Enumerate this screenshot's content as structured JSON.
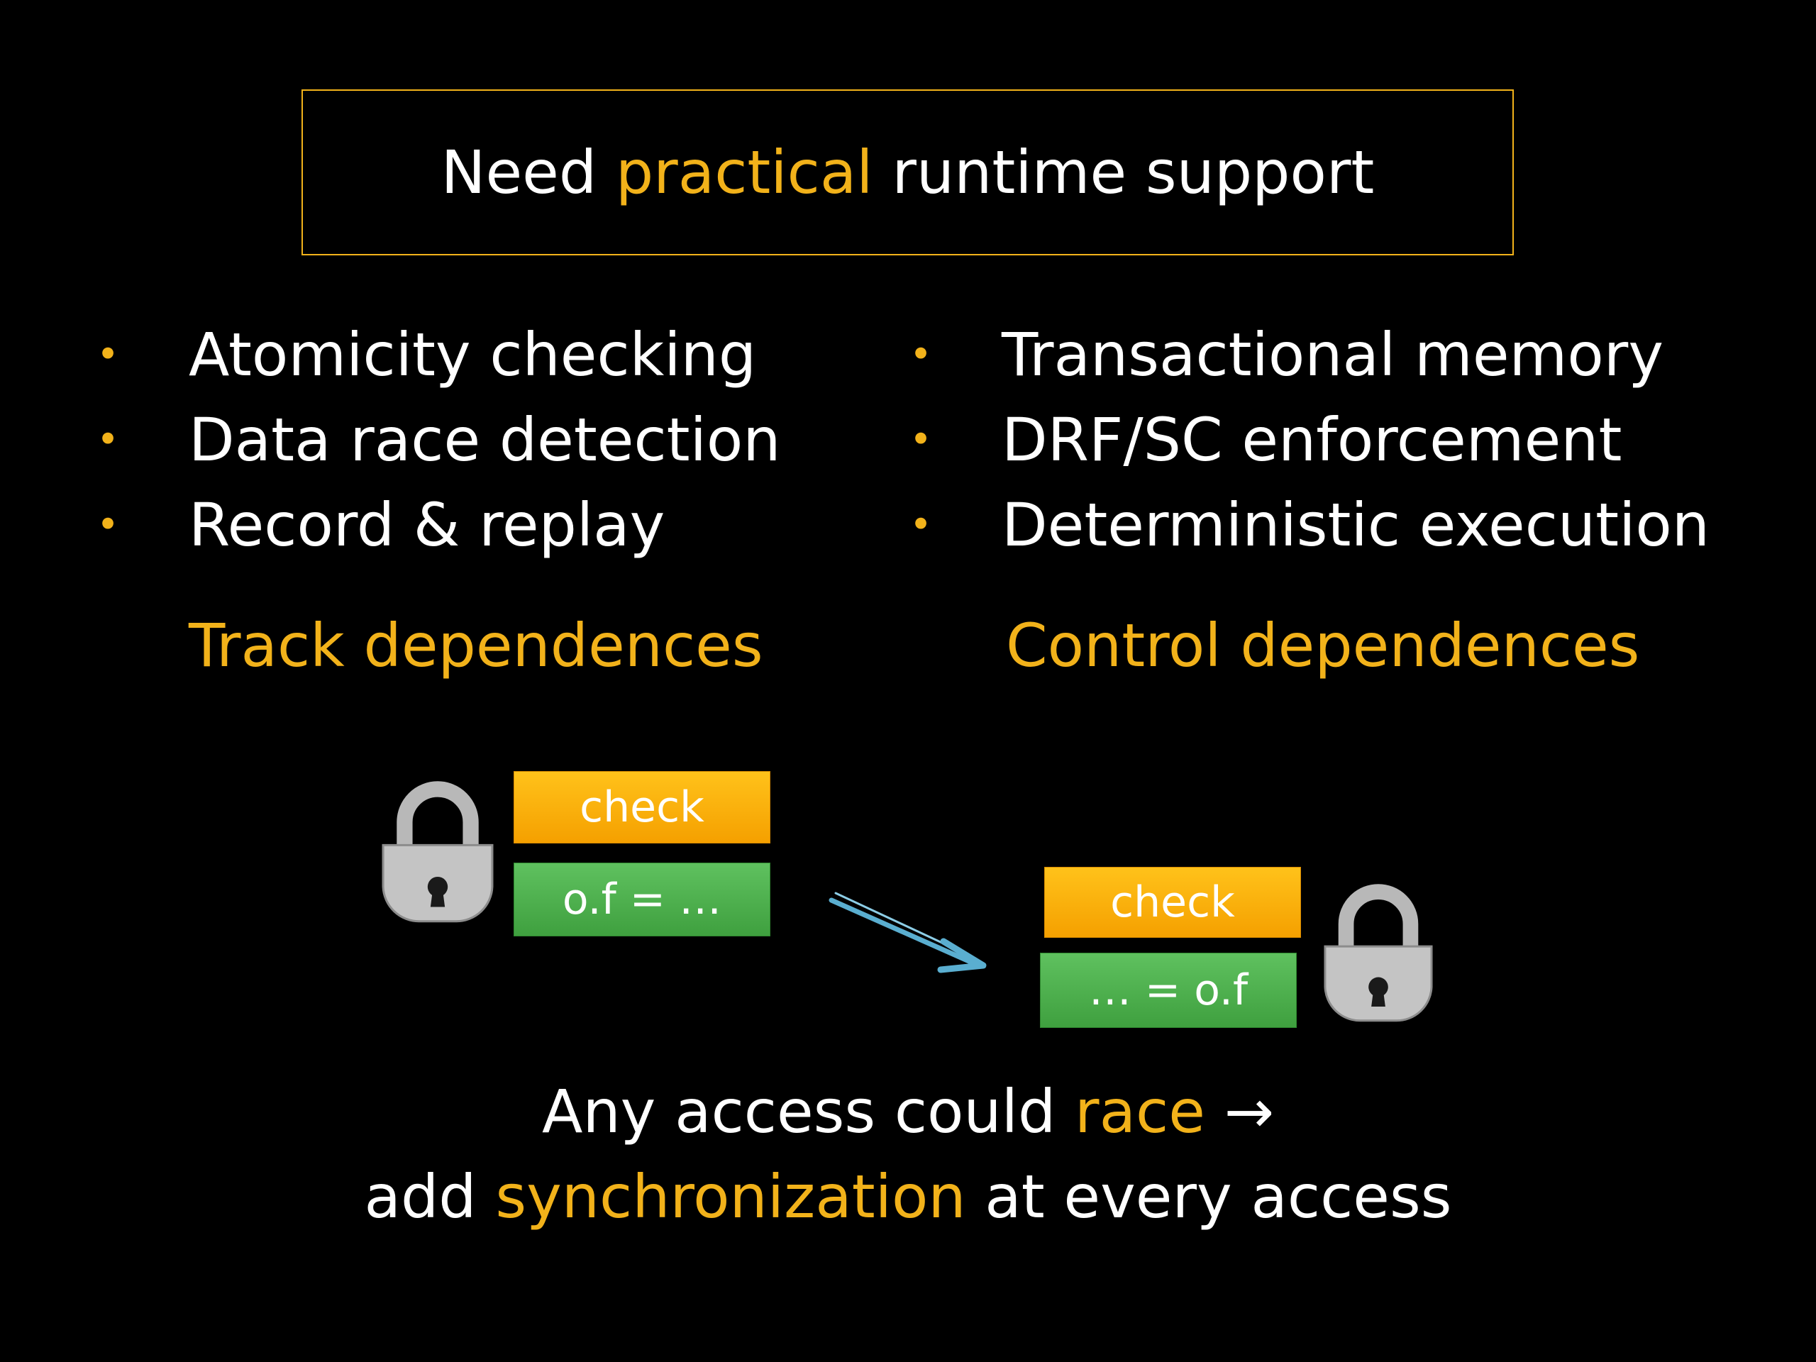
{
  "title": {
    "prefix": "Need ",
    "highlight": "practical",
    "suffix": " runtime support"
  },
  "left_column": {
    "items": [
      {
        "bullet": "•",
        "label": "Atomicity checking"
      },
      {
        "bullet": "•",
        "label": "Data race detection"
      },
      {
        "bullet": "•",
        "label": "Record & replay"
      }
    ],
    "heading": "Track dependences"
  },
  "right_column": {
    "items": [
      {
        "bullet": "•",
        "label": "Transactional memory"
      },
      {
        "bullet": "•",
        "label": "DRF/SC enforcement"
      },
      {
        "bullet": "•",
        "label": "Deterministic execution"
      }
    ],
    "heading": "Control dependences"
  },
  "diagram": {
    "left": {
      "check_label": "check",
      "access_label": "o.f = …"
    },
    "right": {
      "check_label": "check",
      "access_label": "… = o.f"
    }
  },
  "bottom": {
    "line1_prefix": "Any access could ",
    "line1_highlight": "race",
    "line1_arrow": " →",
    "line2_prefix": "add ",
    "line2_highlight": "synchronization",
    "line2_suffix": " at every access"
  },
  "colors": {
    "background": "#000000",
    "text": "#ffffff",
    "accent": "#f2b21a",
    "check_block": "#f5a000",
    "access_block": "#4caf50",
    "arrow": "#5aaed0",
    "lock": "#c0c0c0"
  },
  "icons": {
    "lock": "padlock-icon",
    "arrow": "arrow-icon"
  }
}
